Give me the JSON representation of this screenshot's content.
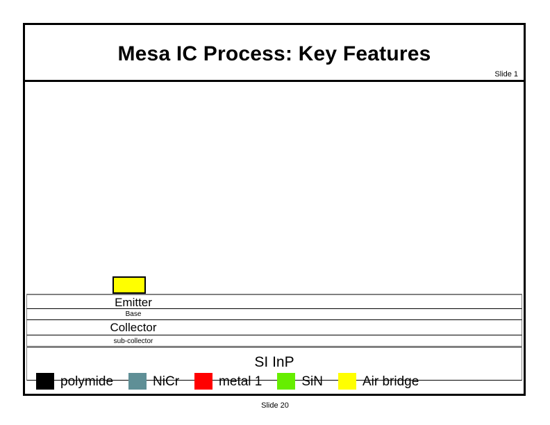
{
  "slide": {
    "title": "Mesa IC Process: Key Features",
    "header_slide_number": "Slide 1",
    "footer_slide_number": "Slide 20"
  },
  "diagram": {
    "air_bridge_block": {
      "name": "Air bridge",
      "color": "#ffff00",
      "border_color": "#000000"
    },
    "layers": [
      {
        "label": "Emitter",
        "name": "emitter"
      },
      {
        "label": "Base",
        "name": "base"
      },
      {
        "label": "Collector",
        "name": "collector"
      },
      {
        "label": "sub-collector",
        "name": "sub-collector"
      }
    ],
    "substrate": {
      "label": "SI InP"
    }
  },
  "legend": {
    "items": [
      {
        "label": "polymide",
        "color": "#000000"
      },
      {
        "label": "NiCr",
        "color": "#5f8f96"
      },
      {
        "label": "metal 1",
        "color": "#ff0000"
      },
      {
        "label": "SiN",
        "color": "#66ee00"
      },
      {
        "label": "Air bridge",
        "color": "#ffff00"
      }
    ]
  }
}
